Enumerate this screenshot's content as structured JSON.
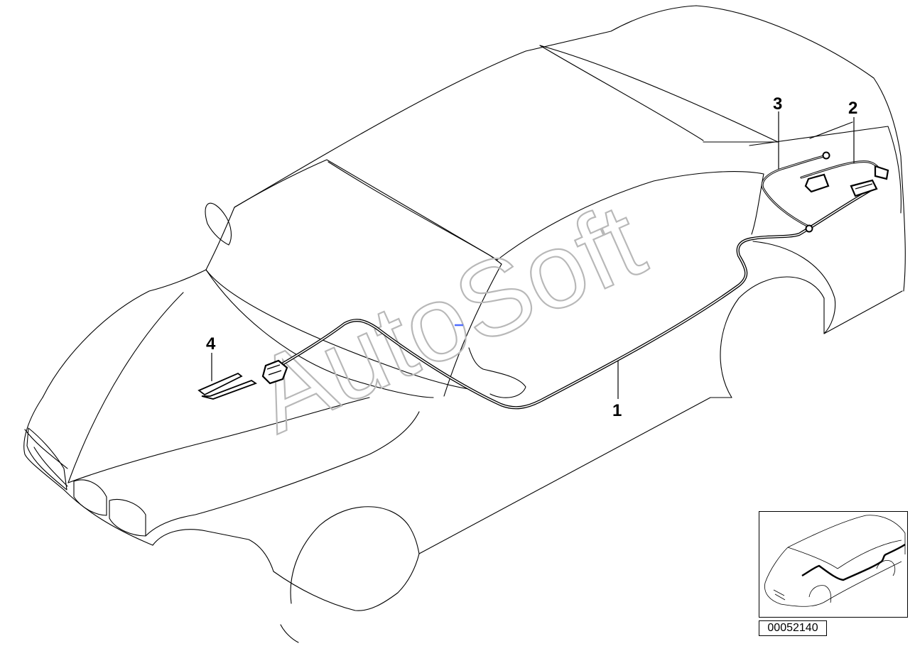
{
  "diagram": {
    "callouts": [
      {
        "label": "1",
        "part": "main-wiring-harness"
      },
      {
        "label": "2",
        "part": "rear-harness-connectors"
      },
      {
        "label": "3",
        "part": "rear-sensor-lead"
      },
      {
        "label": "4",
        "part": "cable-strips"
      }
    ],
    "watermark": "AutoSoft",
    "part_id": "00052140"
  }
}
